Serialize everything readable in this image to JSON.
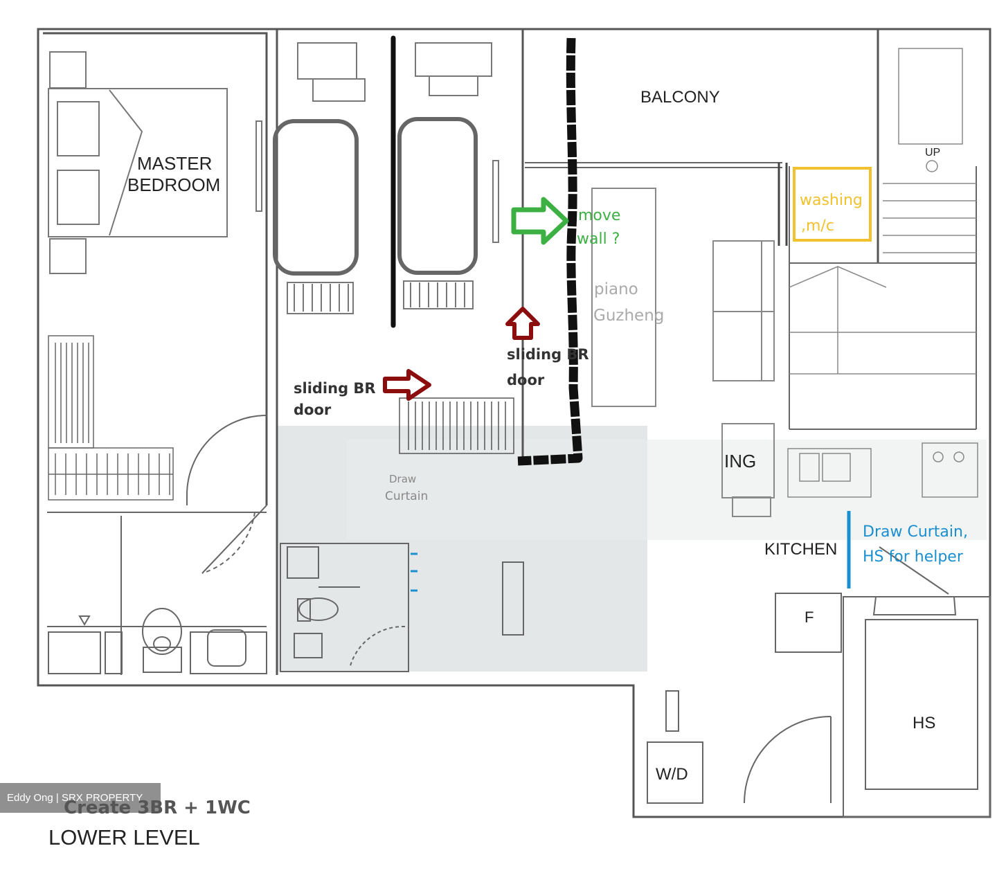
{
  "rooms": {
    "master_bedroom_line1": "MASTER",
    "master_bedroom_line2": "BEDROOM",
    "balcony": "BALCONY",
    "dining_partial": "ING",
    "kitchen": "KITCHEN",
    "fridge": "F",
    "household_shelter": "HS",
    "washer_dryer": "W/D",
    "stairs_up": "UP"
  },
  "annotations": {
    "move_wall_line1": "move",
    "move_wall_line2": "wall ?",
    "piano_line1": "piano",
    "piano_line2": "Guzheng",
    "sliding_door_left_line1": "sliding BR",
    "sliding_door_left_line2": "door",
    "sliding_door_right_line1": "sliding BR",
    "sliding_door_right_line2": "door",
    "washing_line1": "washing",
    "washing_line2": ",m/c",
    "draw_curtain_line1": "Draw Curtain,",
    "draw_curtain_line2": "HS for helper",
    "faded_text_line1": "Draw",
    "faded_text_line2": "Curtain"
  },
  "colors": {
    "green_arrow": "#3cb043",
    "red_arrow": "#8b0d0d",
    "yellow_box": "#f2c12e",
    "blue_line": "#1a8fd0",
    "marker_black": "#111111"
  },
  "footer": {
    "watermark": "Eddy Ong | SRX PROPERTY",
    "caption": "Create 3BR + 1WC",
    "level": "LOWER LEVEL"
  }
}
